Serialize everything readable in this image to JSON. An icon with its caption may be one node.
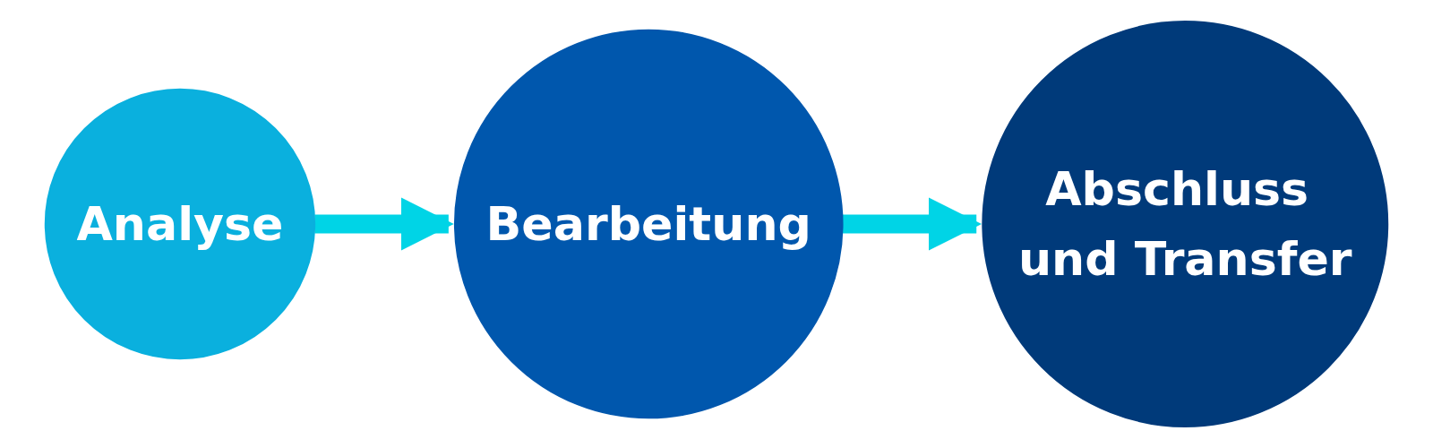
{
  "diagram": {
    "nodes": [
      {
        "text": [
          "Analyse"
        ]
      },
      {
        "text": [
          "Bearbeitung"
        ]
      },
      {
        "text": [
          "Abschluss und Transfer"
        ]
      }
    ],
    "edges": [
      {
        "from": 0,
        "to": 1,
        "arrow": "to",
        "color": "#00d4e6"
      },
      {
        "from": 1,
        "to": 2,
        "arrow": "to",
        "color": "#00d4e6"
      }
    ]
  }
}
